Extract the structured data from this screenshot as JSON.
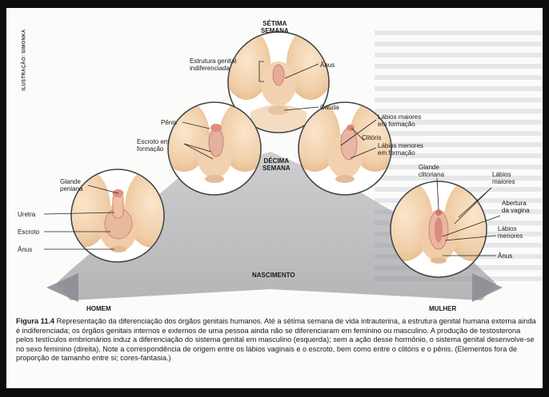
{
  "credit": "ILUSTRAÇÃO: SIMONKA",
  "stages": {
    "seventh_week": "SÉTIMA\nSEMANA",
    "tenth_week": "DÉCIMA\nSEMANA",
    "birth": "NASCIMENTO",
    "male": "HOMEM",
    "female": "MULHER"
  },
  "labels": {
    "undiff_structure": "Estrutura genital\nindiferenciada",
    "anus_top": "Ânus",
    "tail": "Cauda",
    "penis": "Pênis",
    "scrotum_forming": "Escroto em\nformação",
    "clitoris": "Clitóris",
    "labia_major_forming": "Lábios maiores\nem formação",
    "labia_minor_forming": "Lábios menores\nem formação",
    "glans_penis": "Glande\npeniana",
    "urethra": "Uretra",
    "scrotum": "Escroto",
    "anus_male": "Ânus",
    "glans_clitoris": "Glande\nclitoriana",
    "labia_major": "Lábios\nmaiores",
    "vaginal_opening": "Abertura\nda vagina",
    "labia_minor": "Lábios\nmenores",
    "anus_female": "Ânus"
  },
  "caption": {
    "figure": "Figura 11.4",
    "text": " Representação da diferenciação dos órgãos genitais humanos. Até a sétima semana de vida intrauterina, a estrutura genital humana externa ainda é indiferenciada; os órgãos genitais internos e externos de uma pessoa ainda não se diferenciaram em feminino ou masculino. A produção de testosterona pelos testículos embrionários induz a diferenciação do sistema genital em masculino (esquerda); sem a ação desse hormônio, o sistema genital desenvolve-se no sexo feminino (direita). Note a correspondência de origem entre os lábios vaginais e o escroto, bem como entre o clitóris e o pênis. (Elementos fora de proporção de tamanho entre si; cores-fantasia.)"
  },
  "colors": {
    "arrow": "#8d8d93",
    "skin": "#f2d3b0",
    "skin_shadow": "#dba77d",
    "pink": "#d98b7c"
  }
}
